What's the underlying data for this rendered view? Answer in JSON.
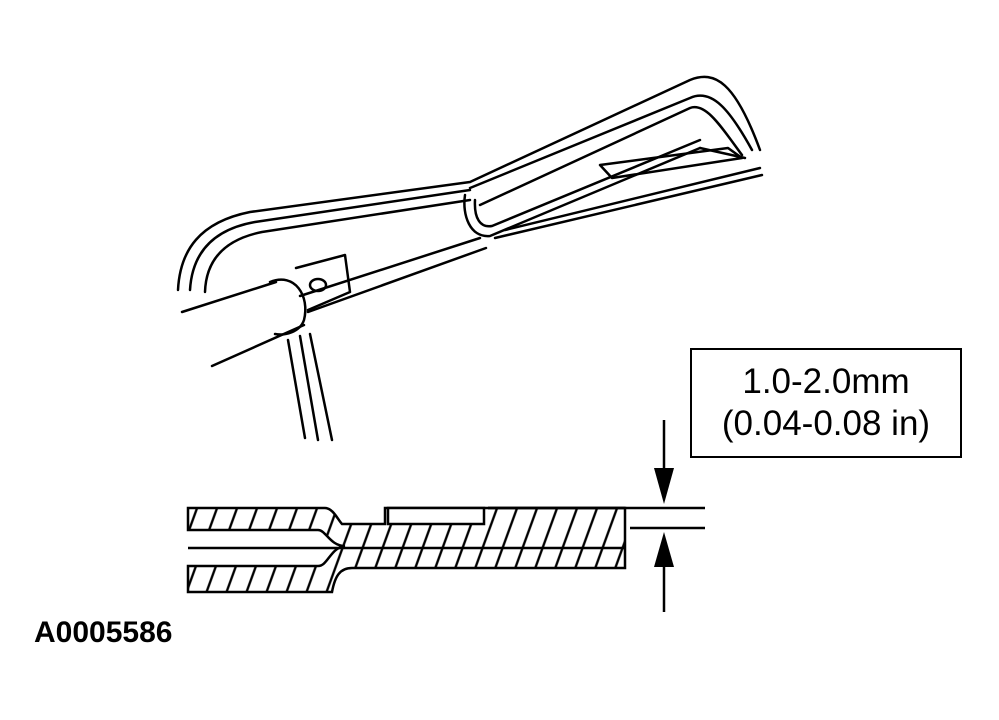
{
  "figure_id": "A0005586",
  "spec": {
    "metric": "1.0-2.0mm",
    "imperial": "(0.04-0.08 in)"
  },
  "icons": {
    "pliers": "pliers-icon",
    "arrow_down": "arrow-down-icon",
    "arrow_up": "arrow-up-icon"
  },
  "colors": {
    "ink": "#000000",
    "background": "#ffffff"
  }
}
